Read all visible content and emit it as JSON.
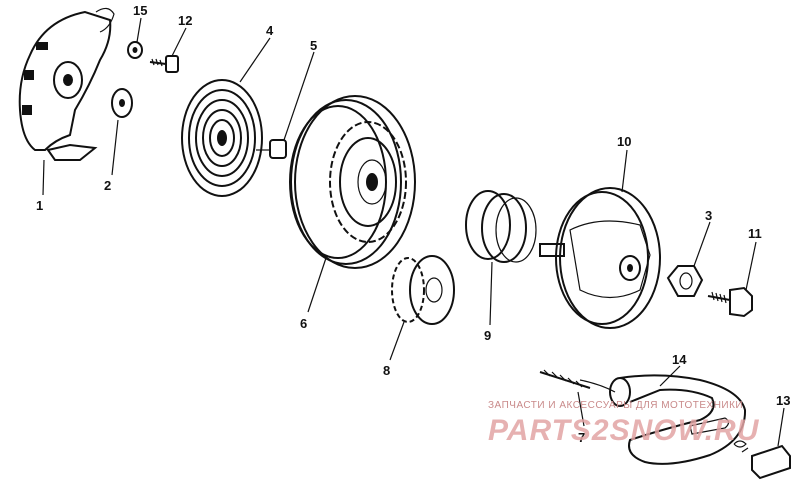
{
  "parts": [
    {
      "key": "p1",
      "label": "1"
    },
    {
      "key": "p2",
      "label": "2"
    },
    {
      "key": "p3",
      "label": "3"
    },
    {
      "key": "p4",
      "label": "4"
    },
    {
      "key": "p5",
      "label": "5"
    },
    {
      "key": "p6",
      "label": "6"
    },
    {
      "key": "p7",
      "label": "7"
    },
    {
      "key": "p8",
      "label": "8"
    },
    {
      "key": "p9",
      "label": "9"
    },
    {
      "key": "p10",
      "label": "10"
    },
    {
      "key": "p11",
      "label": "11"
    },
    {
      "key": "p12",
      "label": "12"
    },
    {
      "key": "p13",
      "label": "13"
    },
    {
      "key": "p14",
      "label": "14"
    },
    {
      "key": "p15",
      "label": "15"
    }
  ],
  "watermark": {
    "tagline": "ЗАПЧАСТИ И АКСЕССУАРЫ ДЛЯ МОТОТЕХНИКИ",
    "brand": "PARTS2SNOW.RU",
    "color": "#e2a3a3"
  }
}
